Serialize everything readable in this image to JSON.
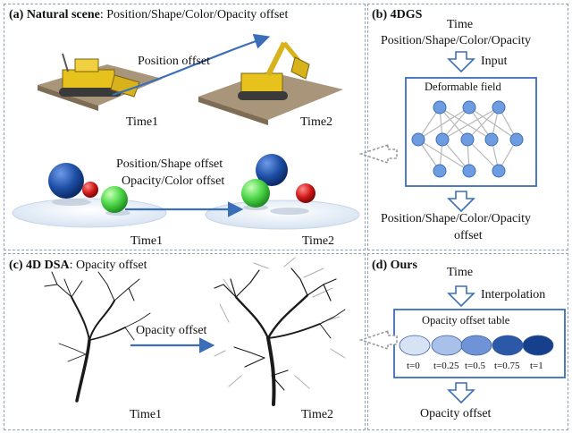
{
  "panel_a": {
    "title_bold": "(a) Natural scene",
    "title_rest": ": Position/Shape/Color/Opacity offset",
    "offset_top": "Position offset",
    "time1_top": "Time1",
    "time2_top": "Time2",
    "offset_bottom_1": "Position/Shape offset",
    "offset_bottom_2": "Opacity/Color offset",
    "time1_bottom": "Time1",
    "time2_bottom": "Time2"
  },
  "panel_b": {
    "title": "(b) 4DGS",
    "time": "Time",
    "params_in": "Position/Shape/Color/Opacity",
    "input": "Input",
    "field": "Deformable field",
    "params_out": "Position/Shape/Color/Opacity",
    "out_line2": "offset"
  },
  "panel_c": {
    "title_bold": "(c) 4D DSA",
    "title_rest": ": Opacity offset",
    "offset": "Opacity offset",
    "time1": "Time1",
    "time2": "Time2"
  },
  "panel_d": {
    "title": "(d) Ours",
    "time": "Time",
    "interp": "Interpolation",
    "table_title": "Opacity offset table",
    "ticks": [
      "t=0",
      "t=0.25",
      "t=0.5",
      "t=0.75",
      "t=1"
    ],
    "output": "Opacity offset"
  },
  "colors": {
    "panel_border": "#8ea0b8",
    "arrow_blue": "#3a6fb8",
    "node_blue": "#6e9ce0",
    "sphere_blue": "#1d4fa6",
    "sphere_green": "#4fd84a",
    "sphere_red": "#d01818"
  }
}
